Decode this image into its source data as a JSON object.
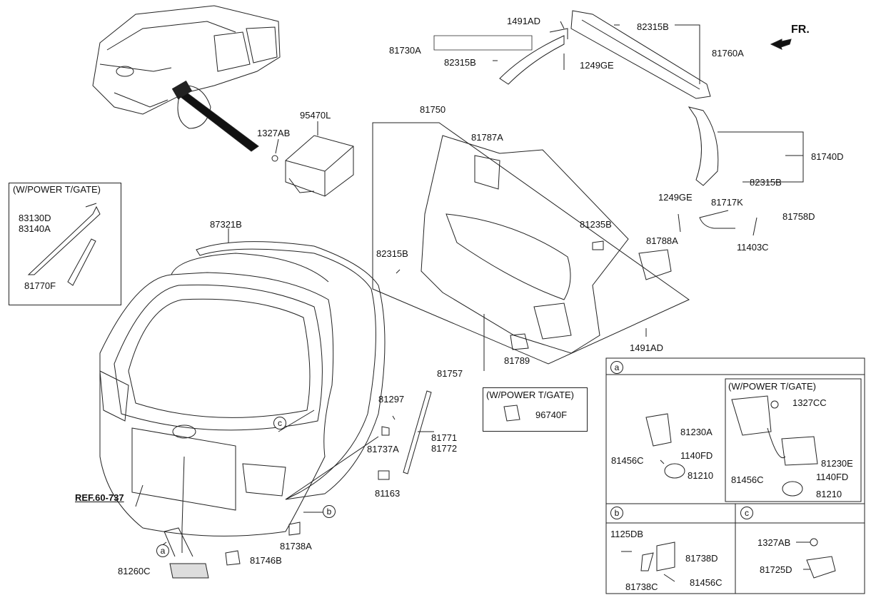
{
  "direction_label": "FR.",
  "ref_label": "REF.60-737",
  "power_tgate_label": "(W/POWER T/GATE)",
  "callouts": {
    "a": "a",
    "b": "b",
    "c": "c"
  },
  "parts": {
    "p1491AD_top": "1491AD",
    "p81730A": "81730A",
    "p82315B_a": "82315B",
    "p1249GE_top": "1249GE",
    "p82315B_top": "82315B",
    "p81760A": "81760A",
    "p95470L": "95470L",
    "p1327AB": "1327AB",
    "p81750": "81750",
    "p81787A": "81787A",
    "p81740D": "81740D",
    "p82315B_d": "82315B",
    "p1249GE_mid": "1249GE",
    "p81717K": "81717K",
    "p81758D": "81758D",
    "p83130D": "83130D",
    "p83140A": "83140A",
    "p81770F": "81770F",
    "p87321B": "87321B",
    "p81235B": "81235B",
    "p81788A": "81788A",
    "p11403C": "11403C",
    "p82315B_left": "82315B",
    "p1491AD_low": "1491AD",
    "p81789": "81789",
    "p81757": "81757",
    "p96740F": "96740F",
    "p81297": "81297",
    "p81737A": "81737A",
    "p81771": "81771",
    "p81772": "81772",
    "p81163": "81163",
    "p81738A": "81738A",
    "p81746B": "81746B",
    "p81260C": "81260C"
  },
  "detail_a": {
    "p81230A": "81230A",
    "p81456C": "81456C",
    "p1140FD": "1140FD",
    "p81210": "81210",
    "p1327CC": "1327CC",
    "p81230E": "81230E",
    "p81456C_b": "81456C",
    "p1140FD_b": "1140FD",
    "p81210_b": "81210"
  },
  "detail_b": {
    "p1125DB": "1125DB",
    "p81738D": "81738D",
    "p81738C": "81738C",
    "p81456C": "81456C"
  },
  "detail_c": {
    "p1327AB": "1327AB",
    "p81725D": "81725D"
  }
}
